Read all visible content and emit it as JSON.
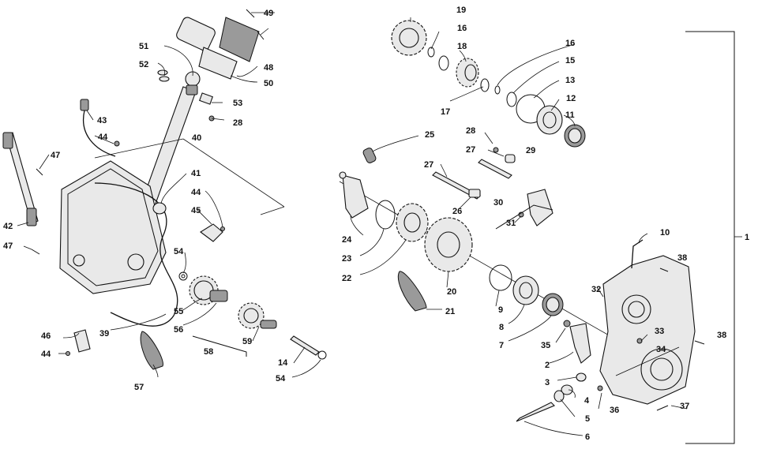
{
  "labels": {
    "c1": "1",
    "c2": "2",
    "c3": "3",
    "c4": "4",
    "c5": "5",
    "c6": "6",
    "c7": "7",
    "c8": "8",
    "c9": "9",
    "c10": "10",
    "c11": "11",
    "c12": "12",
    "c13": "13",
    "c14": "14",
    "c15": "15",
    "c16a": "16",
    "c16b": "16",
    "c17": "17",
    "c18": "18",
    "c19": "19",
    "c20": "20",
    "c21": "21",
    "c22": "22",
    "c23": "23",
    "c24": "24",
    "c25": "25",
    "c26": "26",
    "c27a": "27",
    "c27b": "27",
    "c28a": "28",
    "c28b": "28",
    "c29": "29",
    "c30": "30",
    "c31": "31",
    "c32": "32",
    "c33": "33",
    "c34": "34",
    "c35": "35",
    "c36": "36",
    "c37": "37",
    "c38a": "38",
    "c38b": "38",
    "c39": "39",
    "c40": "40",
    "c41": "41",
    "c42": "42",
    "c43": "43",
    "c44a": "44",
    "c44b": "44",
    "c44c": "44",
    "c45": "45",
    "c46": "46",
    "c47a": "47",
    "c47b": "47",
    "c48": "48",
    "c49": "49",
    "c50": "50",
    "c51": "51",
    "c52": "52",
    "c53": "53",
    "c54a": "54",
    "c54b": "54",
    "c55": "55",
    "c56": "56",
    "c57": "57",
    "c58": "58",
    "c59": "59"
  }
}
